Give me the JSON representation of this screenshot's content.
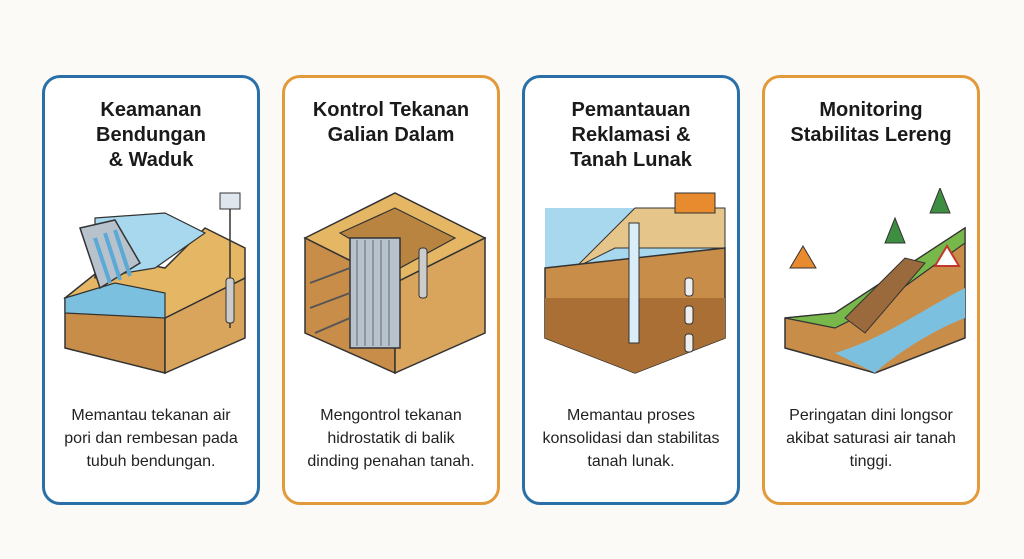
{
  "cards": [
    {
      "title": [
        "Keamanan",
        "Bendungan",
        "& Waduk"
      ],
      "description": [
        "Memantau tekanan air",
        "pori dan rembesan pada",
        "tubuh bendungan."
      ],
      "illustration": "dam-piezometer-icon",
      "accent": "#2a6fa8"
    },
    {
      "title": [
        "Kontrol Tekanan",
        "Galian Dalam"
      ],
      "description": [
        "Mengontrol tekanan",
        "hidrostatik di balik",
        "dinding penahan tanah."
      ],
      "illustration": "excavation-sheet-pile-icon",
      "accent": "#e39a3a"
    },
    {
      "title": [
        "Pemantauan",
        "Reklamasi &",
        "Tanah Lunak"
      ],
      "description": [
        "Memantau proses",
        "konsolidasi dan stabilitas",
        "tanah lunak."
      ],
      "illustration": "reclamation-soft-soil-icon",
      "accent": "#2a6fa8"
    },
    {
      "title": [
        "Monitoring",
        "Stabilitas Lereng"
      ],
      "description": [
        "Peringatan dini longsor",
        "akibat saturasi air tanah",
        "tinggi."
      ],
      "illustration": "slope-landslide-icon",
      "accent": "#e39a3a"
    }
  ]
}
